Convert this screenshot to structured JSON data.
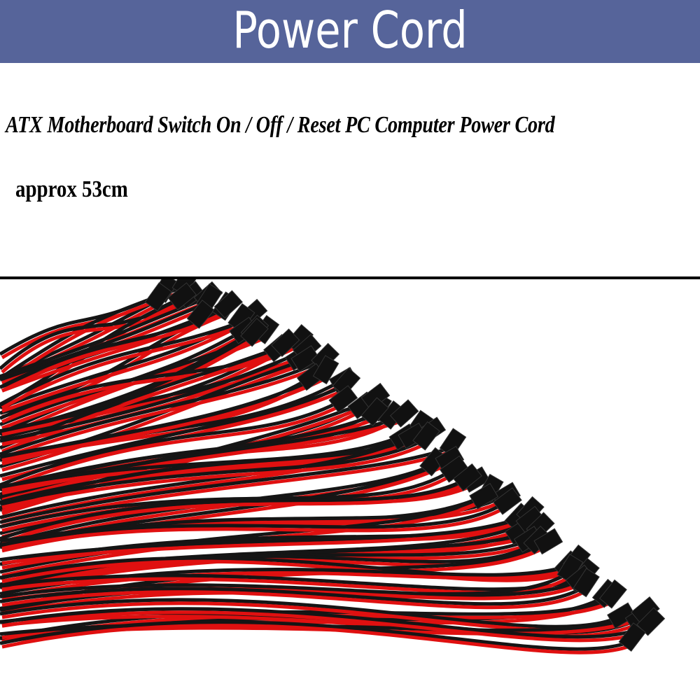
{
  "banner": {
    "title": "Power Cord",
    "color": "#56649a"
  },
  "description": {
    "title": "ATX Motherboard Switch On / Off / Reset PC Computer Power Cord",
    "length": "approx 53cm"
  },
  "photo": {
    "subject": "cable-bundle-image",
    "wire_colors": [
      "#e01010",
      "#151515"
    ]
  }
}
